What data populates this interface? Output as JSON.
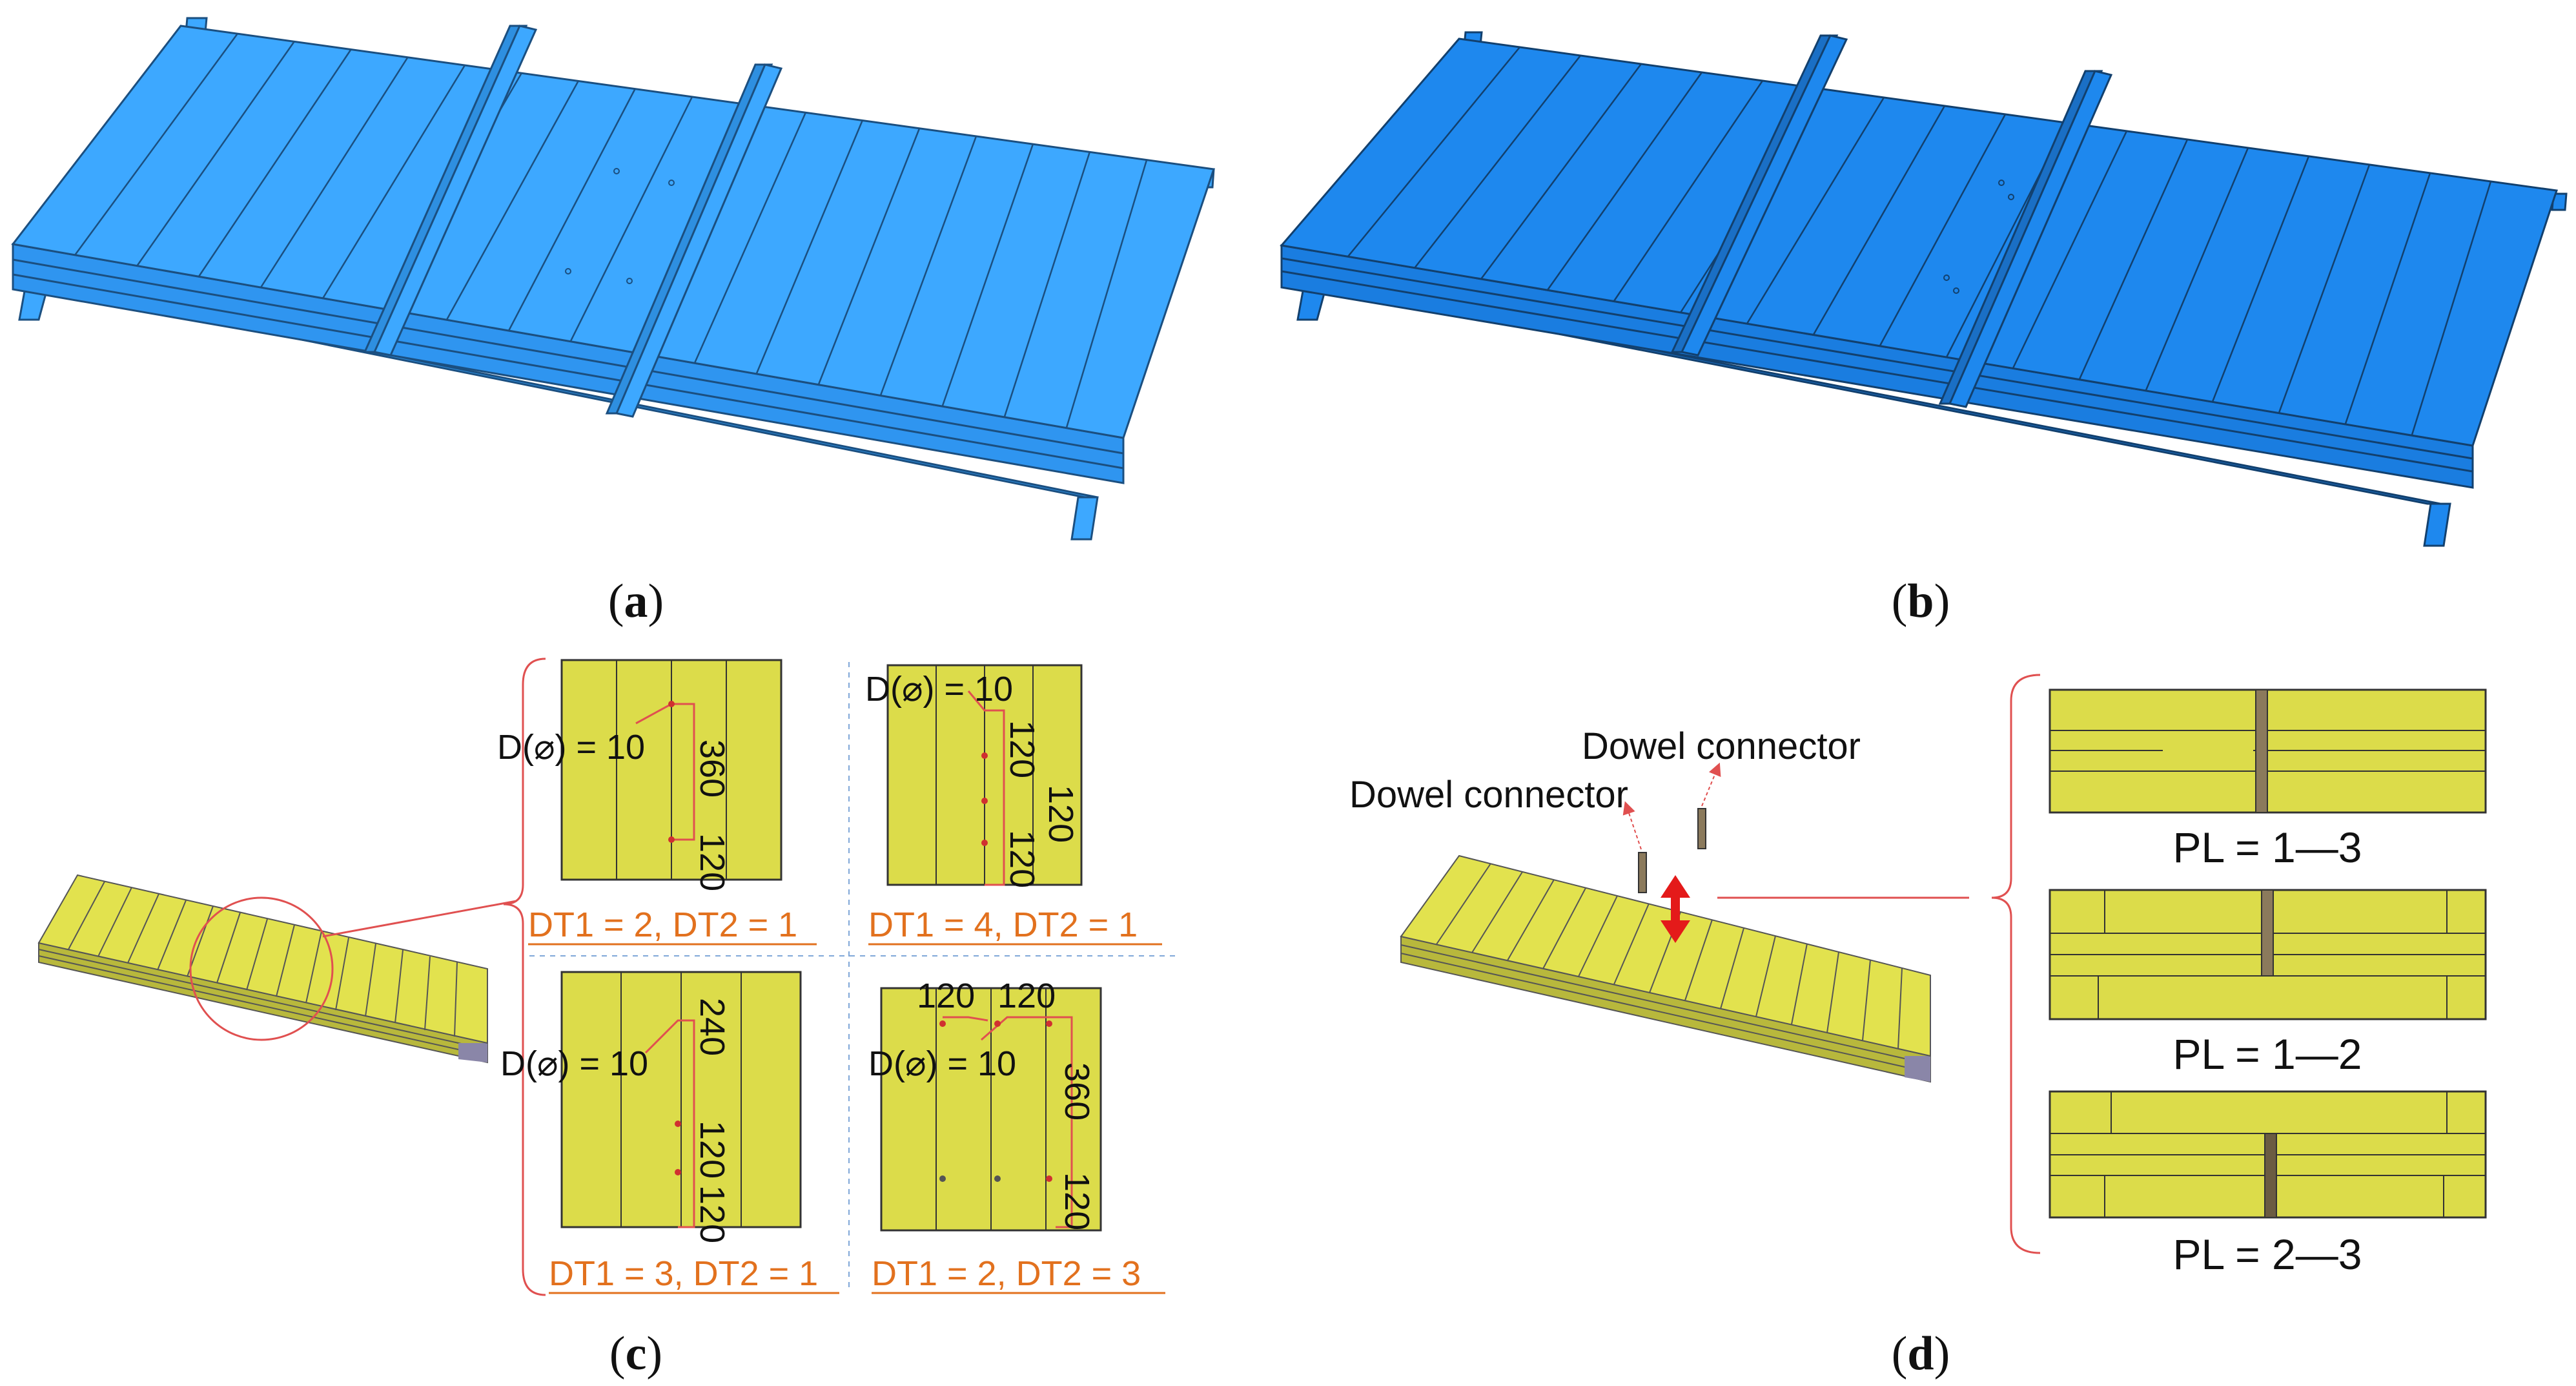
{
  "panels": {
    "a": {
      "label_open": "(",
      "label_letter": "a",
      "label_close": ")"
    },
    "b": {
      "label_open": "(",
      "label_letter": "b",
      "label_close": ")"
    },
    "c": {
      "label_open": "(",
      "label_letter": "c",
      "label_close": ")"
    },
    "d": {
      "label_open": "(",
      "label_letter": "d",
      "label_close": ")"
    }
  },
  "dowel_layouts": [
    {
      "diameter": "D(⌀) = 10",
      "dims": [
        "360",
        "120"
      ],
      "caption": "DT1 = 2, DT2 = 1"
    },
    {
      "diameter": "D(⌀) = 10",
      "dims": [
        "120",
        "120",
        "120"
      ],
      "caption": "DT1 = 4, DT2 = 1"
    },
    {
      "diameter": "D(⌀) = 10",
      "dims": [
        "240",
        "120",
        "120"
      ],
      "caption": "DT1 = 3, DT2 = 1"
    },
    {
      "diameter": "D(⌀) = 10",
      "dims": [
        "120",
        "120",
        "360",
        "120"
      ],
      "caption": "DT1 = 2, DT2 = 3"
    }
  ],
  "connector_labels": [
    "Dowel connector",
    "Dowel connector"
  ],
  "penetration_levels": [
    "PL = 1—3",
    "PL = 1—2",
    "PL = 2—3"
  ],
  "colors": {
    "deck_a": "#3DA8FF",
    "deck_b": "#1E88EE",
    "timber": "#DCDC4A",
    "dowel": "#8B7A5C",
    "leader": "#E05050",
    "caption": "#E2711E",
    "arrow": "#E41A1A"
  }
}
